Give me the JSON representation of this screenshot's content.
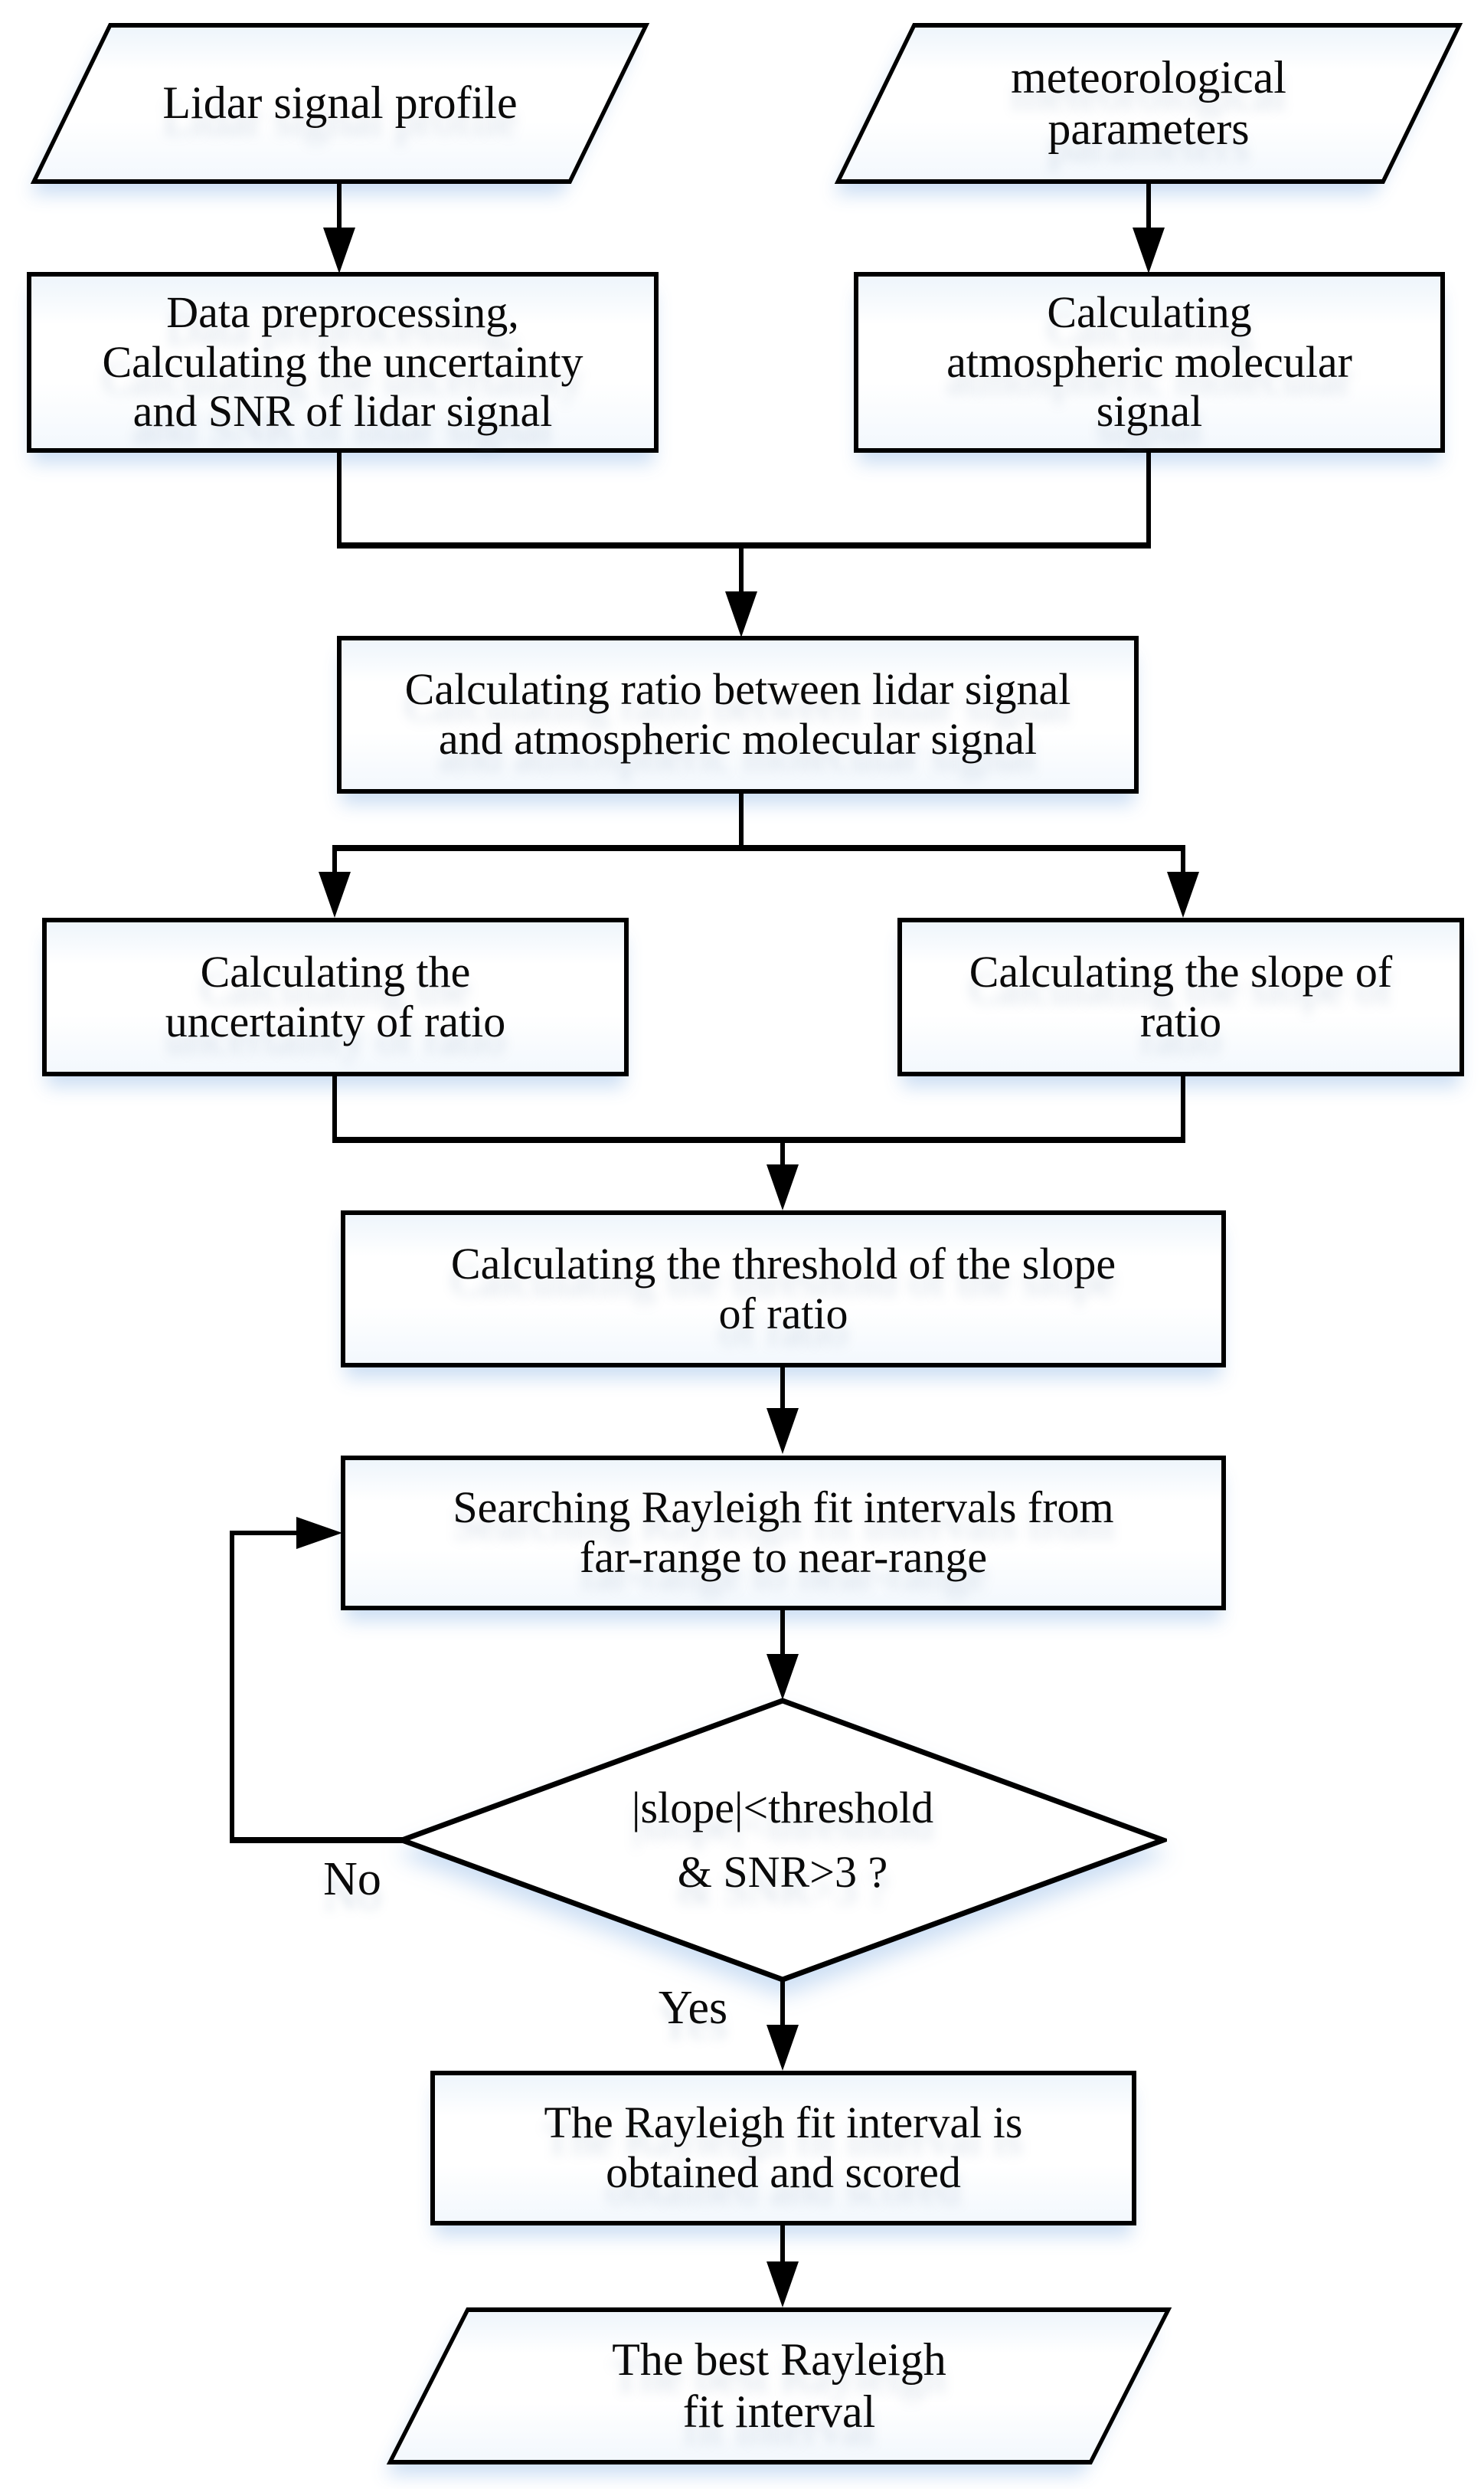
{
  "nodes": {
    "lidar": {
      "shape": "parallelogram",
      "lines": [
        "Lidar signal profile"
      ]
    },
    "meteo": {
      "shape": "parallelogram",
      "lines": [
        "meteorological",
        "parameters"
      ]
    },
    "preprocess": {
      "shape": "process",
      "lines": [
        "Data preprocessing,",
        "Calculating the uncertainty",
        "and SNR of lidar signal"
      ]
    },
    "molecular": {
      "shape": "process",
      "lines": [
        "Calculating",
        "atmospheric molecular",
        "signal"
      ]
    },
    "ratio": {
      "shape": "process",
      "lines": [
        "Calculating ratio between lidar signal",
        "and atmospheric molecular signal"
      ]
    },
    "uncertainty": {
      "shape": "process",
      "lines": [
        "Calculating the",
        "uncertainty of ratio"
      ]
    },
    "slope": {
      "shape": "process",
      "lines": [
        "Calculating the slope of",
        "ratio"
      ]
    },
    "threshold": {
      "shape": "process",
      "lines": [
        "Calculating the threshold of the slope",
        "of ratio"
      ]
    },
    "search": {
      "shape": "process",
      "lines": [
        "Searching Rayleigh fit intervals from",
        "far-range to near-range"
      ]
    },
    "decision": {
      "shape": "decision",
      "lines": [
        "|slope|<threshold",
        "& SNR>3 ?"
      ]
    },
    "scored": {
      "shape": "process",
      "lines": [
        "The Rayleigh fit interval is",
        "obtained and scored"
      ]
    },
    "best": {
      "shape": "parallelogram",
      "lines": [
        "The best Rayleigh",
        "fit interval"
      ]
    }
  },
  "labels": {
    "no": "No",
    "yes": "Yes"
  },
  "colors": {
    "stroke": "#000000",
    "fill": "#ffffff",
    "glow": "#c8dcf3",
    "text": "#0a0a0a",
    "background": "#ffffff"
  }
}
